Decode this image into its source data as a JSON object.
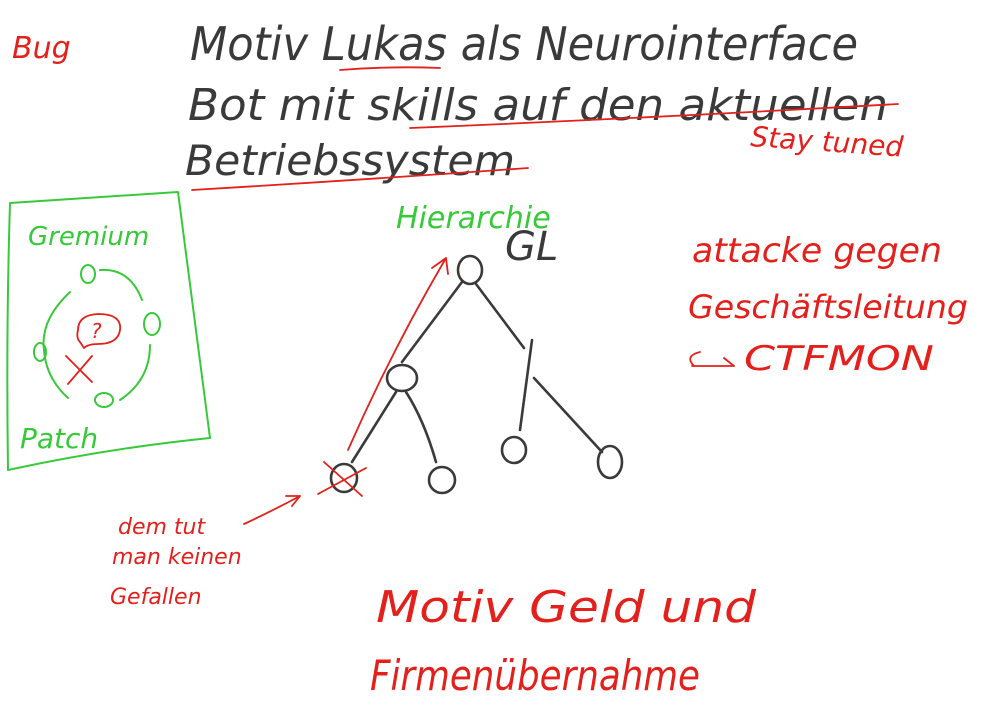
{
  "notes": {
    "bug": "Bug",
    "title_line1": "Motiv Lukas als Neurointerface",
    "title_line2": "Bot mit skills auf den aktuellen",
    "title_line3": "Betriebssystem",
    "stay_tuned": "Stay tuned",
    "hierarchie": "Hierarchie",
    "gl": "GL",
    "gremium": "Gremium",
    "question_mark": "?",
    "patch": "Patch",
    "attacke_line1": "attacke gegen",
    "attacke_line2": "Geschäftsleitung",
    "ctfmon": "CTFMON",
    "gefallen_line1": "dem tut",
    "gefallen_line2": "man keinen",
    "gefallen_line3": "Gefallen",
    "motiv_line1": "Motiv Geld und",
    "motiv_line2": "Firmenübernahme"
  },
  "colors": {
    "dark_ink": "#3a3a3a",
    "red_ink": "#e3201b",
    "green_ink": "#38c93a",
    "background": "#ffffff"
  }
}
